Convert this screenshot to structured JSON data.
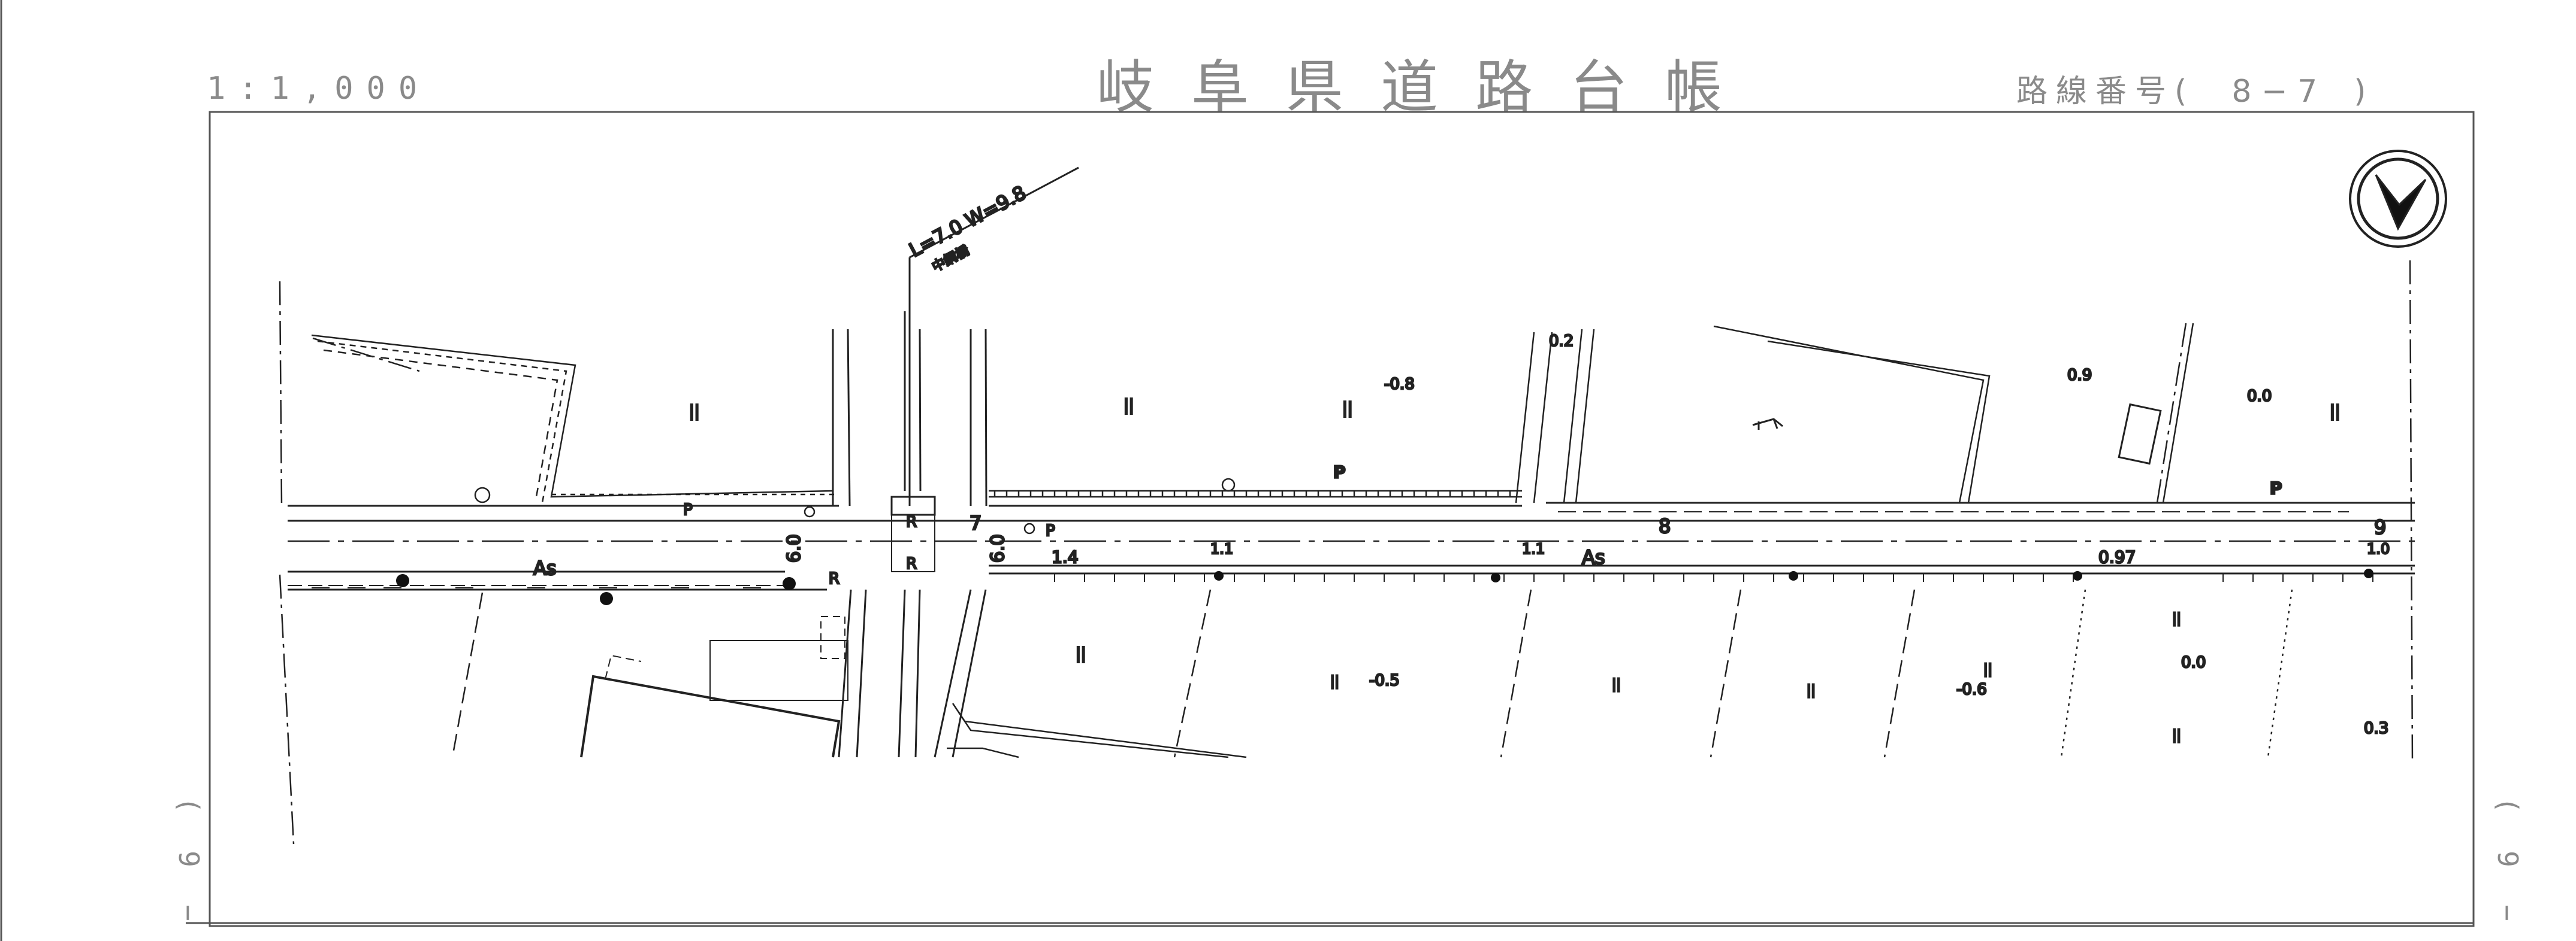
{
  "header": {
    "scale": "1:1,000",
    "title": "岐阜県道路台帳",
    "route_label": "路線番号",
    "route_open": "(",
    "route_number": "8 − 7",
    "route_close": ")"
  },
  "side_marks": {
    "left": [
      "(",
      "9",
      "−"
    ],
    "right": [
      "(",
      "9",
      "−"
    ]
  },
  "bridge": {
    "dimensions": "L=7.0 W=9.8",
    "name": "中網橋"
  },
  "road_labels": {
    "surface_west": "As",
    "surface_east": "As",
    "station_7": "7",
    "station_8": "8",
    "station_9": "9",
    "width_a": "6.0",
    "width_b": "6.0",
    "r_1": "R",
    "r_2": "R",
    "r_3": "R"
  },
  "feature_labels": {
    "p_1": "P",
    "p_2": "P",
    "p_3": "P",
    "p_4": "P"
  },
  "elevations": {
    "e1": "-0.8",
    "e2": "0.2",
    "e3": "0.9",
    "e4": "0.0",
    "e5": "1.4",
    "e6": "1.1",
    "e7": "1.1",
    "e8": "0.97",
    "e9": "1.0",
    "e10": "-0.5",
    "e11": "-0.6",
    "e12": "0.0",
    "e13": "0.3"
  },
  "field_marks": [
    "||",
    "||",
    "||",
    "||",
    "||",
    "||",
    "||",
    "||",
    "||",
    "||",
    "||"
  ],
  "map_symbols": {
    "north_arrow": "north-arrow-icon",
    "shrine": "torii-icon"
  },
  "colors": {
    "header_text": "#8a8a8a",
    "linework": "#222222",
    "frame": "#555555"
  }
}
